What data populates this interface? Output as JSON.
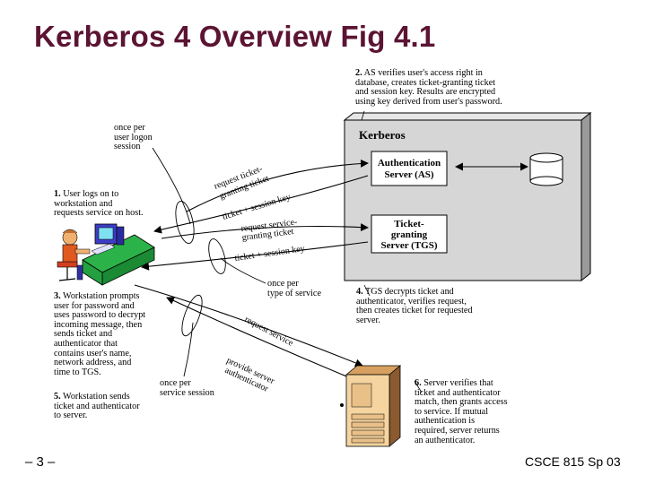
{
  "slide": {
    "title": "Kerberos 4 Overview Fig 4.1",
    "page_number": "– 3 –",
    "course": "CSCE 815 Sp 03"
  },
  "kerberos": {
    "label": "Kerberos",
    "as_line1": "Authentication",
    "as_line2": "Server (AS)",
    "tgs_line1": "Ticket-",
    "tgs_line2": "granting",
    "tgs_line3": "Server (TGS)"
  },
  "notes": {
    "step1": {
      "num": "1.",
      "text": "User logs on to\nworkstation and\nrequests service on host."
    },
    "step2": {
      "num": "2.",
      "text": "AS verifies user's access right in\ndatabase, creates ticket-granting ticket\nand session key. Results are encrypted\nusing key derived from user's password."
    },
    "step3": {
      "num": "3.",
      "text": "Workstation prompts\nuser for password and\nuses password to decrypt\nincoming message, then\nsends ticket and\nauthenticator that\ncontains user's name,\nnetwork address, and\ntime to TGS."
    },
    "step4": {
      "num": "4.",
      "text": "TGS decrypts ticket and\nauthenticator, verifies request,\nthen creates ticket for requested\nserver."
    },
    "step5": {
      "num": "5.",
      "text": "Workstation sends\nticket and authenticator\nto server."
    },
    "step6": {
      "num": "6.",
      "text": "Server verifies that\nticket and authenticator\nmatch, then grants access\nto service. If mutual\nauthentication is\nrequired, server returns\nan authenticator."
    },
    "once_logon": "once per\nuser logon\nsession",
    "once_service_type": "once per\ntype of service",
    "once_service_session": "once per\nservice session"
  },
  "arrows": {
    "req_tgt_line1": "request ticket-",
    "req_tgt_line2": "granting ticket",
    "ticket_session_key_1": "ticket + session key",
    "req_sgt_line1": "request service-",
    "req_sgt_line2": "granting ticket",
    "ticket_session_key_2": "ticket + session key",
    "request_service": "request service",
    "provide_auth_line1": "provide server",
    "provide_auth_line2": "authenticator"
  }
}
